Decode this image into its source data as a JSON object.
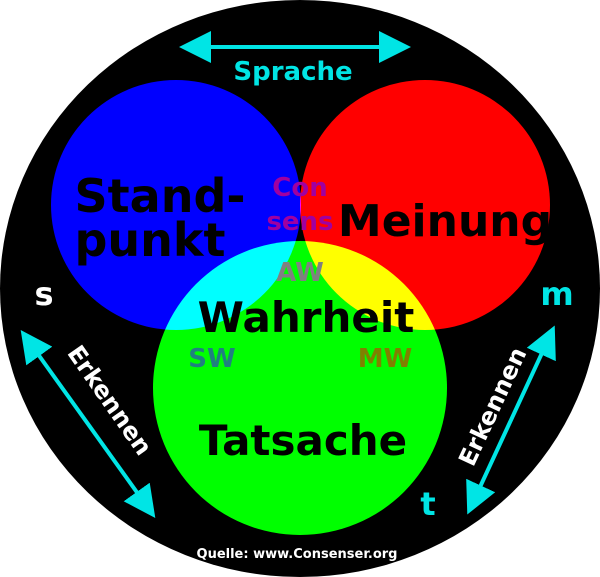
{
  "labels": {
    "standpunkt_1": "Stand-",
    "standpunkt_2": "punkt",
    "meinung": "Meinung",
    "tatsache": "Tatsache",
    "consens_1": "Con",
    "consens_2": "sens",
    "aw": "AW",
    "wahrheit": "Wahrheit",
    "sw": "SW",
    "mw": "MW",
    "sprache": "Sprache",
    "s": "s",
    "m": "m",
    "t": "t",
    "erkennen_left": "Erkennen",
    "erkennen_right": "Erkennen",
    "source": "Quelle: www.Consenser.org"
  },
  "colors": {
    "blue": "#0000ff",
    "red": "#ff0000",
    "green": "#00ff00",
    "accent": "#00e5e5"
  }
}
